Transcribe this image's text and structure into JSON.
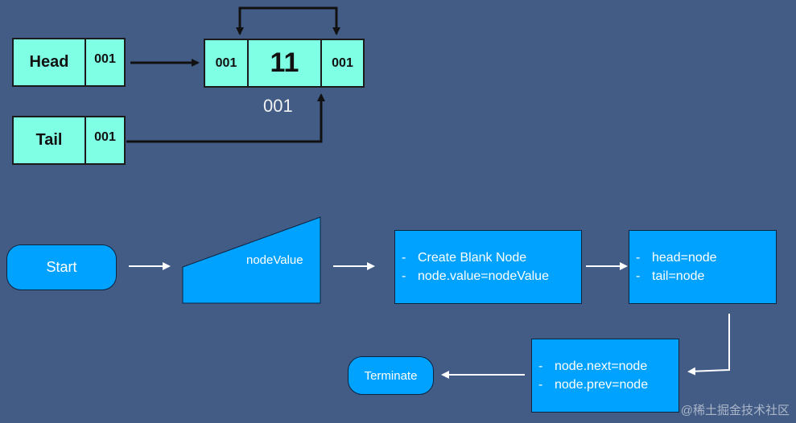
{
  "memory": {
    "head": {
      "label": "Head",
      "pointer": "001"
    },
    "tail": {
      "label": "Tail",
      "pointer": "001"
    },
    "node": {
      "prev": "001",
      "value": "11",
      "next": "001",
      "address": "001"
    }
  },
  "flowchart": {
    "start": "Start",
    "input": "nodeValue",
    "create": [
      "Create Blank Node",
      "node.value=nodeValue"
    ],
    "assign_head_tail": [
      "head=node",
      "tail=node"
    ],
    "link_self": [
      "node.next=node",
      "node.prev=node"
    ],
    "terminate": "Terminate",
    "bullet": "-"
  },
  "watermark": "@稀土掘金技术社区",
  "colors": {
    "background": "#435C86",
    "memory_cell": "#7FFFE4",
    "flow_shape": "#00A2FF"
  }
}
